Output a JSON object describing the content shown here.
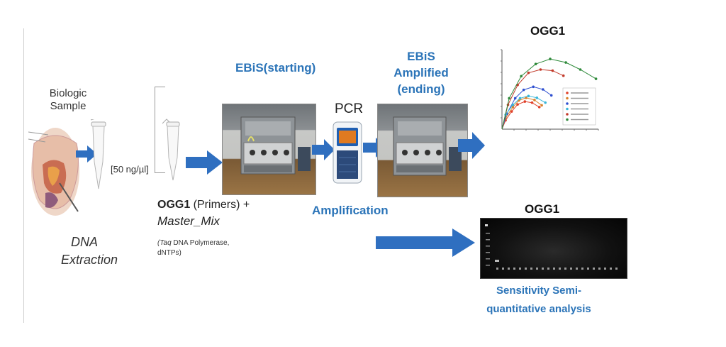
{
  "labels": {
    "biologic_sample_line1": "Biologic",
    "biologic_sample_line2": "Sample",
    "concentration": "[50 ng/µl]",
    "dna_line1": "DNA",
    "dna_line2": "Extraction",
    "ogg1_bold": "OGG1",
    "primers": " (Primers) +",
    "master_mix": "Master_Mix",
    "taq_italic": "(Taq",
    "taq_rest": " DNA Polymerase,",
    "dntps": "dNTPs)",
    "ebis_start": "EBiS(starting)",
    "pcr": "PCR",
    "ebis_end_line1": "EBiS",
    "ebis_end_line2": "Amplified (ending)",
    "amplification": "Amplification",
    "chart_title": "OGG1",
    "gel_title": "OGG1",
    "sensitivity_line1": "Sensitivity Semi-",
    "sensitivity_line2": "quantitative analysis"
  },
  "colors": {
    "arrow": "#2f6fc0",
    "title_blue": "#2b74b8"
  },
  "icons": [
    "anatomy-illustration",
    "microtube-icon",
    "instrument-photo",
    "pcr-machine-icon",
    "gel-image"
  ],
  "chart_data": {
    "type": "scatter",
    "title": "OGG1",
    "series": [
      {
        "color": "#e0402a",
        "points": [
          [
            300,
            400
          ],
          [
            800,
            800
          ],
          [
            1300,
            1120
          ],
          [
            1900,
            1250
          ],
          [
            2500,
            1200
          ],
          [
            3100,
            1000
          ]
        ]
      },
      {
        "color": "#d9822b",
        "points": [
          [
            300,
            500
          ],
          [
            900,
            1000
          ],
          [
            1400,
            1300
          ],
          [
            2000,
            1420
          ],
          [
            2700,
            1320
          ],
          [
            3300,
            1080
          ]
        ]
      },
      {
        "color": "#2e4fd0",
        "points": [
          [
            400,
            700
          ],
          [
            1100,
            1400
          ],
          [
            1800,
            1780
          ],
          [
            2600,
            1920
          ],
          [
            3400,
            1800
          ],
          [
            4100,
            1530
          ]
        ]
      },
      {
        "color": "#3ab7d9",
        "points": [
          [
            300,
            650
          ],
          [
            900,
            1100
          ],
          [
            1500,
            1400
          ],
          [
            2200,
            1500
          ],
          [
            2900,
            1420
          ],
          [
            3600,
            1200
          ]
        ]
      },
      {
        "color": "#c23a2a",
        "points": [
          [
            500,
            1100
          ],
          [
            1300,
            2000
          ],
          [
            2200,
            2550
          ],
          [
            3200,
            2700
          ],
          [
            4200,
            2650
          ],
          [
            5100,
            2420
          ]
        ]
      },
      {
        "color": "#2e8a3a",
        "points": [
          [
            600,
            1400
          ],
          [
            1600,
            2400
          ],
          [
            2800,
            2950
          ],
          [
            4000,
            3180
          ],
          [
            5300,
            3020
          ],
          [
            6500,
            2700
          ],
          [
            7800,
            2280
          ]
        ]
      }
    ],
    "xlim": [
      0,
      8000
    ],
    "ylim": [
      0,
      3600
    ]
  }
}
